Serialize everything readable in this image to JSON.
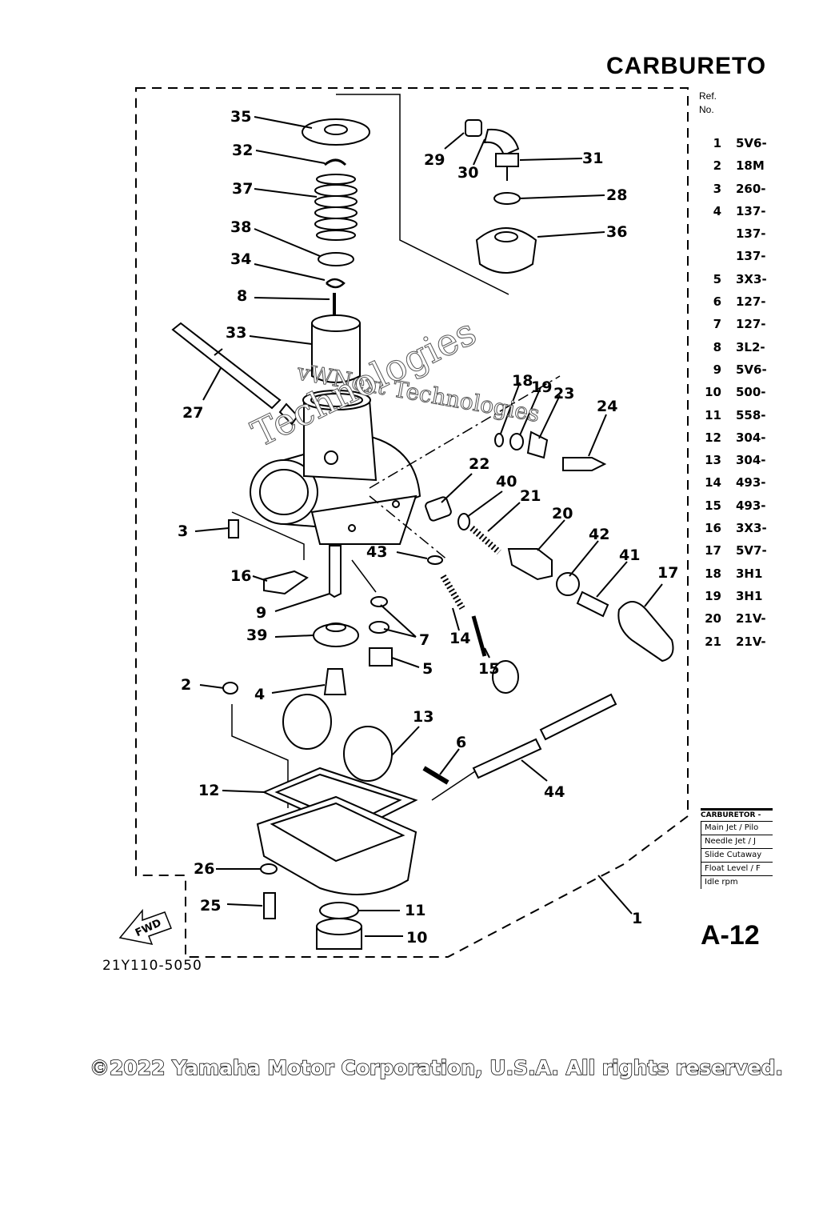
{
  "header": {
    "title": "CARBURETO"
  },
  "ref_table": {
    "col_ref": "Ref.",
    "col_no": "No.",
    "rows": [
      {
        "no": "1",
        "part": "5V6-"
      },
      {
        "no": "2",
        "part": "18M"
      },
      {
        "no": "3",
        "part": "260-"
      },
      {
        "no": "4",
        "part": "137-"
      },
      {
        "no": "",
        "part": "137-"
      },
      {
        "no": "",
        "part": "137-"
      },
      {
        "no": "5",
        "part": "3X3-"
      },
      {
        "no": "6",
        "part": "127-"
      },
      {
        "no": "7",
        "part": "127-"
      },
      {
        "no": "8",
        "part": "3L2-"
      },
      {
        "no": "9",
        "part": "5V6-"
      },
      {
        "no": "10",
        "part": "500-"
      },
      {
        "no": "11",
        "part": "558-"
      },
      {
        "no": "12",
        "part": "304-"
      },
      {
        "no": "13",
        "part": "304-"
      },
      {
        "no": "14",
        "part": "493-"
      },
      {
        "no": "15",
        "part": "493-"
      },
      {
        "no": "16",
        "part": "3X3-"
      },
      {
        "no": "17",
        "part": "5V7-"
      },
      {
        "no": "18",
        "part": "3H1"
      },
      {
        "no": "19",
        "part": "3H1"
      },
      {
        "no": "20",
        "part": "21V-"
      },
      {
        "no": "21",
        "part": "21V-"
      }
    ]
  },
  "spec_box": {
    "title": "CARBURETOR -",
    "rows": [
      "Main Jet / Pilo",
      "Needle Jet / J",
      "Slide Cutaway",
      "Float Level / F",
      "Idle rpm"
    ]
  },
  "page_code": "A-12",
  "diagram_code": "21Y110-5050",
  "fwd_label": "FWD",
  "copyright": "©2022 Yamaha Motor Corporation, U.S.A. All rights reserved.",
  "watermarks": [
    "vWNext Technologies",
    "Technologies"
  ],
  "callouts": [
    "35",
    "32",
    "37",
    "38",
    "34",
    "8",
    "33",
    "27",
    "29",
    "30",
    "31",
    "28",
    "36",
    "18",
    "19",
    "23",
    "24",
    "22",
    "40",
    "21",
    "20",
    "42",
    "41",
    "17",
    "3",
    "16",
    "9",
    "39",
    "43",
    "14",
    "15",
    "7",
    "5",
    "2",
    "4",
    "13",
    "6",
    "12",
    "44",
    "26",
    "25",
    "11",
    "10",
    "1"
  ]
}
